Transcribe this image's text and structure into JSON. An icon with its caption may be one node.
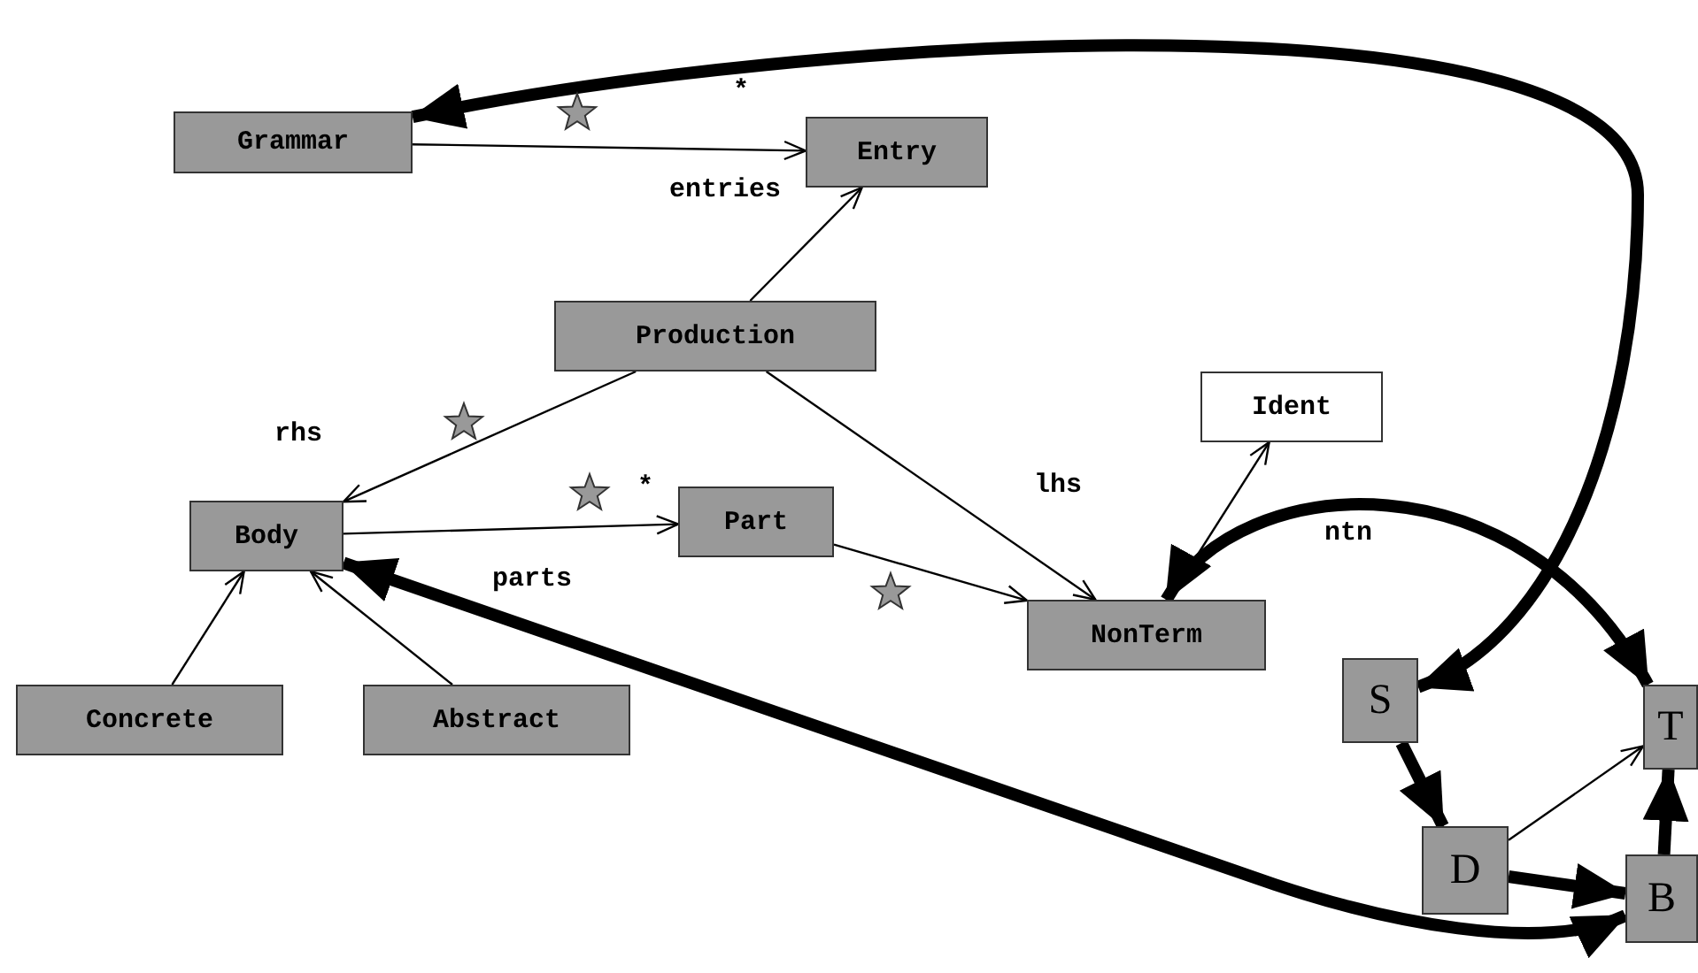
{
  "diagram": {
    "nodes": [
      {
        "text": [
          "Grammar"
        ]
      },
      {
        "text": [
          "Entry"
        ]
      },
      {
        "text": [
          "Production"
        ]
      },
      {
        "text": [
          "Ident"
        ]
      },
      {
        "text": [
          "Body"
        ]
      },
      {
        "text": [
          "Part"
        ]
      },
      {
        "text": [
          "NonTerm"
        ]
      },
      {
        "text": [
          "Concrete"
        ]
      },
      {
        "text": [
          "Abstract"
        ]
      },
      {
        "text": [
          "S"
        ]
      },
      {
        "text": [
          "T"
        ]
      },
      {
        "text": [
          "D"
        ]
      },
      {
        "text": [
          "B"
        ]
      }
    ],
    "edges": [
      {
        "from": 0,
        "to": 1,
        "arrow": "to",
        "label": "entries"
      },
      {
        "from": 2,
        "to": 1,
        "arrow": "to"
      },
      {
        "from": 2,
        "to": 4,
        "arrow": "to",
        "label": "rhs"
      },
      {
        "from": 2,
        "to": 6,
        "arrow": "to",
        "label": "lhs"
      },
      {
        "from": 4,
        "to": 5,
        "arrow": "to",
        "label": "parts"
      },
      {
        "from": 5,
        "to": 6,
        "arrow": "to"
      },
      {
        "from": 7,
        "to": 4,
        "arrow": "to"
      },
      {
        "from": 8,
        "to": 4,
        "arrow": "to"
      },
      {
        "from": 6,
        "to": 3,
        "arrow": "to"
      },
      {
        "from": 9,
        "to": 0,
        "arrow": "both",
        "style": "thick"
      },
      {
        "from": 6,
        "to": 10,
        "arrow": "both",
        "style": "thick",
        "label": "ntn"
      },
      {
        "from": 4,
        "to": 12,
        "arrow": "both",
        "style": "thick"
      },
      {
        "from": 9,
        "to": 11,
        "arrow": "to",
        "style": "thick"
      },
      {
        "from": 11,
        "to": 12,
        "arrow": "to",
        "style": "thick"
      },
      {
        "from": 12,
        "to": 10,
        "arrow": "to",
        "style": "thick"
      },
      {
        "from": 11,
        "to": 10,
        "arrow": "to"
      }
    ],
    "labels": [
      "*",
      "*"
    ]
  }
}
